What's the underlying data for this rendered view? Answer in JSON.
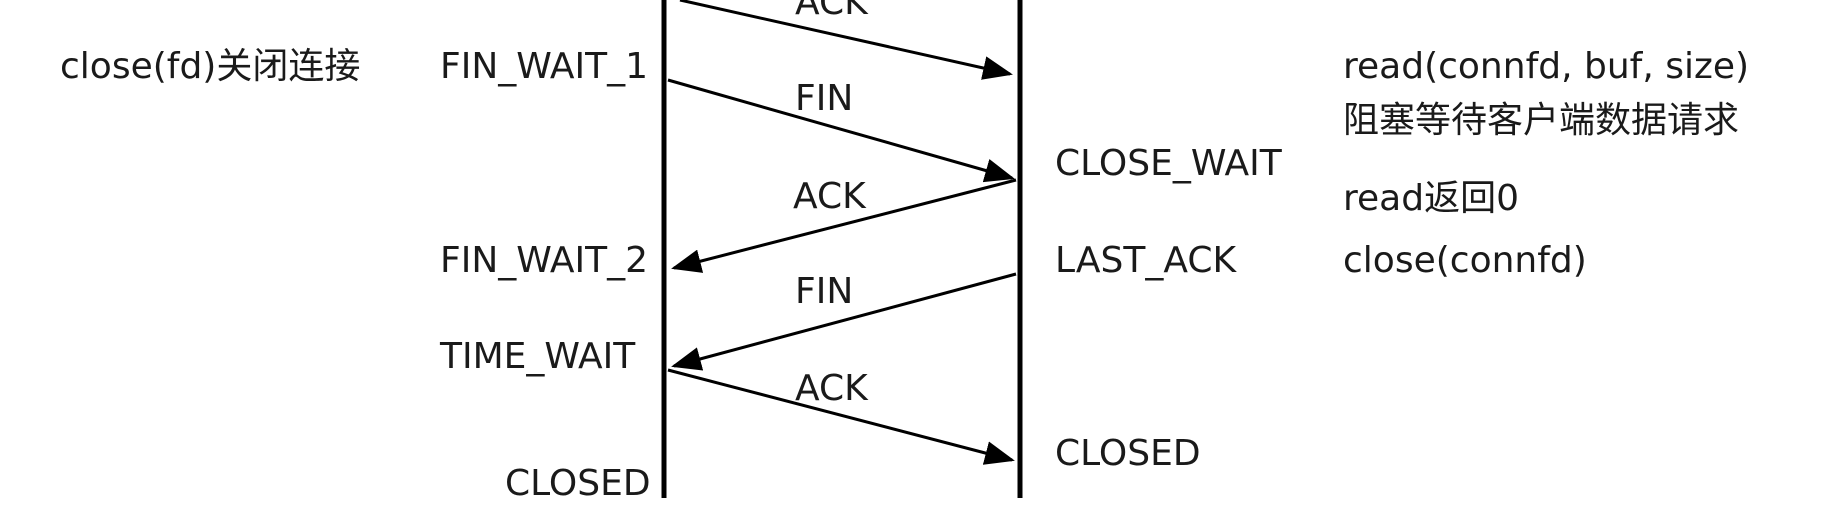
{
  "left_labels": {
    "client_call": "close(fd)关闭连接"
  },
  "client_states": {
    "fin_wait_1": "FIN_WAIT_1",
    "fin_wait_2": "FIN_WAIT_2",
    "time_wait": "TIME_WAIT",
    "closed": "CLOSED"
  },
  "server_states": {
    "close_wait": "CLOSE_WAIT",
    "last_ack": "LAST_ACK",
    "closed": "CLOSED"
  },
  "segments": {
    "top_ack": "ACK",
    "fin_1": "FIN",
    "ack_1": "ACK",
    "fin_2": "FIN",
    "ack_2": "ACK"
  },
  "server_calls": {
    "read_call": "read(connfd, buf, size)",
    "blocking_note": "阻塞等待客户端数据请求",
    "read_return": "read返回0",
    "close_call": "close(connfd)"
  }
}
